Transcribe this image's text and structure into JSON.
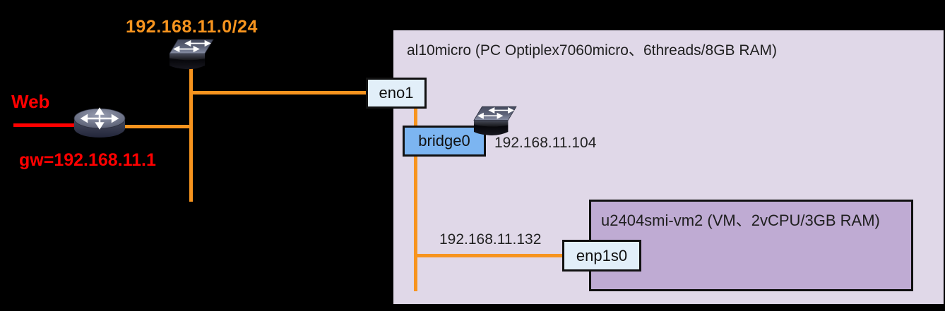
{
  "diagram": {
    "subnet_label": "192.168.11.0/24",
    "web_label": "Web",
    "gateway_label": "gw=192.168.11.1",
    "host": {
      "title": "al10micro (PC Optiplex7060micro、6threads/8GB RAM)",
      "nic_label": "eno1",
      "bridge_label": "bridge0",
      "bridge_ip": "192.168.11.104",
      "vm": {
        "title": "u2404smi-vm2 (VM、2vCPU/3GB RAM)",
        "nic_label": "enp1s0",
        "nic_ip": "192.168.11.132"
      }
    }
  },
  "icons": {
    "lan_switch": "ethernet-switch-3d",
    "bridge_switch": "ethernet-switch-3d",
    "router": "router-cylinder"
  },
  "colors": {
    "background": "#000000",
    "link_orange": "#F7941E",
    "label_orange": "#F7941E",
    "label_red": "#FF0000",
    "host_box": "#E0D8E8",
    "vm_box": "#BFABD3",
    "nic_box": "#E2EFF9",
    "bridge_box": "#7CB5F1",
    "box_border": "#111111",
    "text_dark": "#1F1F1F"
  }
}
